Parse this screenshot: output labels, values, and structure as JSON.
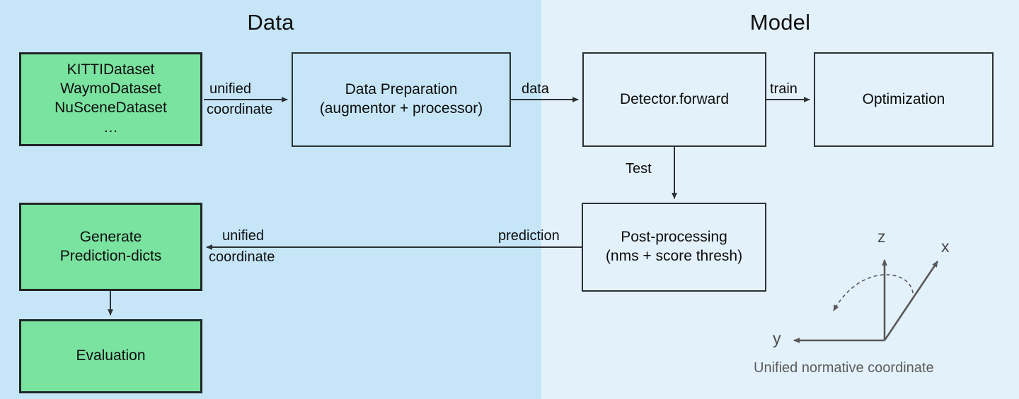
{
  "panels": {
    "left": {
      "title": "Data",
      "bg": "#c6e6f8"
    },
    "right": {
      "title": "Model",
      "bg": "#e3f1fa"
    }
  },
  "colors": {
    "green_node": "#7ae3a0",
    "node_border": "#1f2527",
    "arrow": "#2b3134",
    "coord_gray": "#5c5c5c"
  },
  "nodes": {
    "datasets": {
      "lines": [
        "KITTIDataset",
        "WaymoDataset",
        "NuSceneDataset",
        "…"
      ]
    },
    "data_preparation": {
      "line1": "Data Preparation",
      "line2": "(augmentor + processor)"
    },
    "detector_forward": {
      "label": "Detector.forward"
    },
    "optimization": {
      "label": "Optimization"
    },
    "post_processing": {
      "line1": "Post-processing",
      "line2": "(nms + score thresh)"
    },
    "generate_prediction_dicts": {
      "line1": "Generate",
      "line2": "Prediction-dicts"
    },
    "evaluation": {
      "label": "Evaluation"
    }
  },
  "edges": {
    "datasets_to_prep": {
      "line1": "unified",
      "line2": "coordinate"
    },
    "prep_to_detector": {
      "label": "data"
    },
    "detector_to_optimization": {
      "label": "train"
    },
    "detector_to_postproc": {
      "label": "Test"
    },
    "postproc_to_generate_src": {
      "label": "prediction"
    },
    "postproc_to_generate_dst": {
      "line1": "unified",
      "line2": "coordinate"
    }
  },
  "coordinate_figure": {
    "axis_x": "x",
    "axis_y": "y",
    "axis_z": "z",
    "caption": "Unified normative coordinate"
  }
}
